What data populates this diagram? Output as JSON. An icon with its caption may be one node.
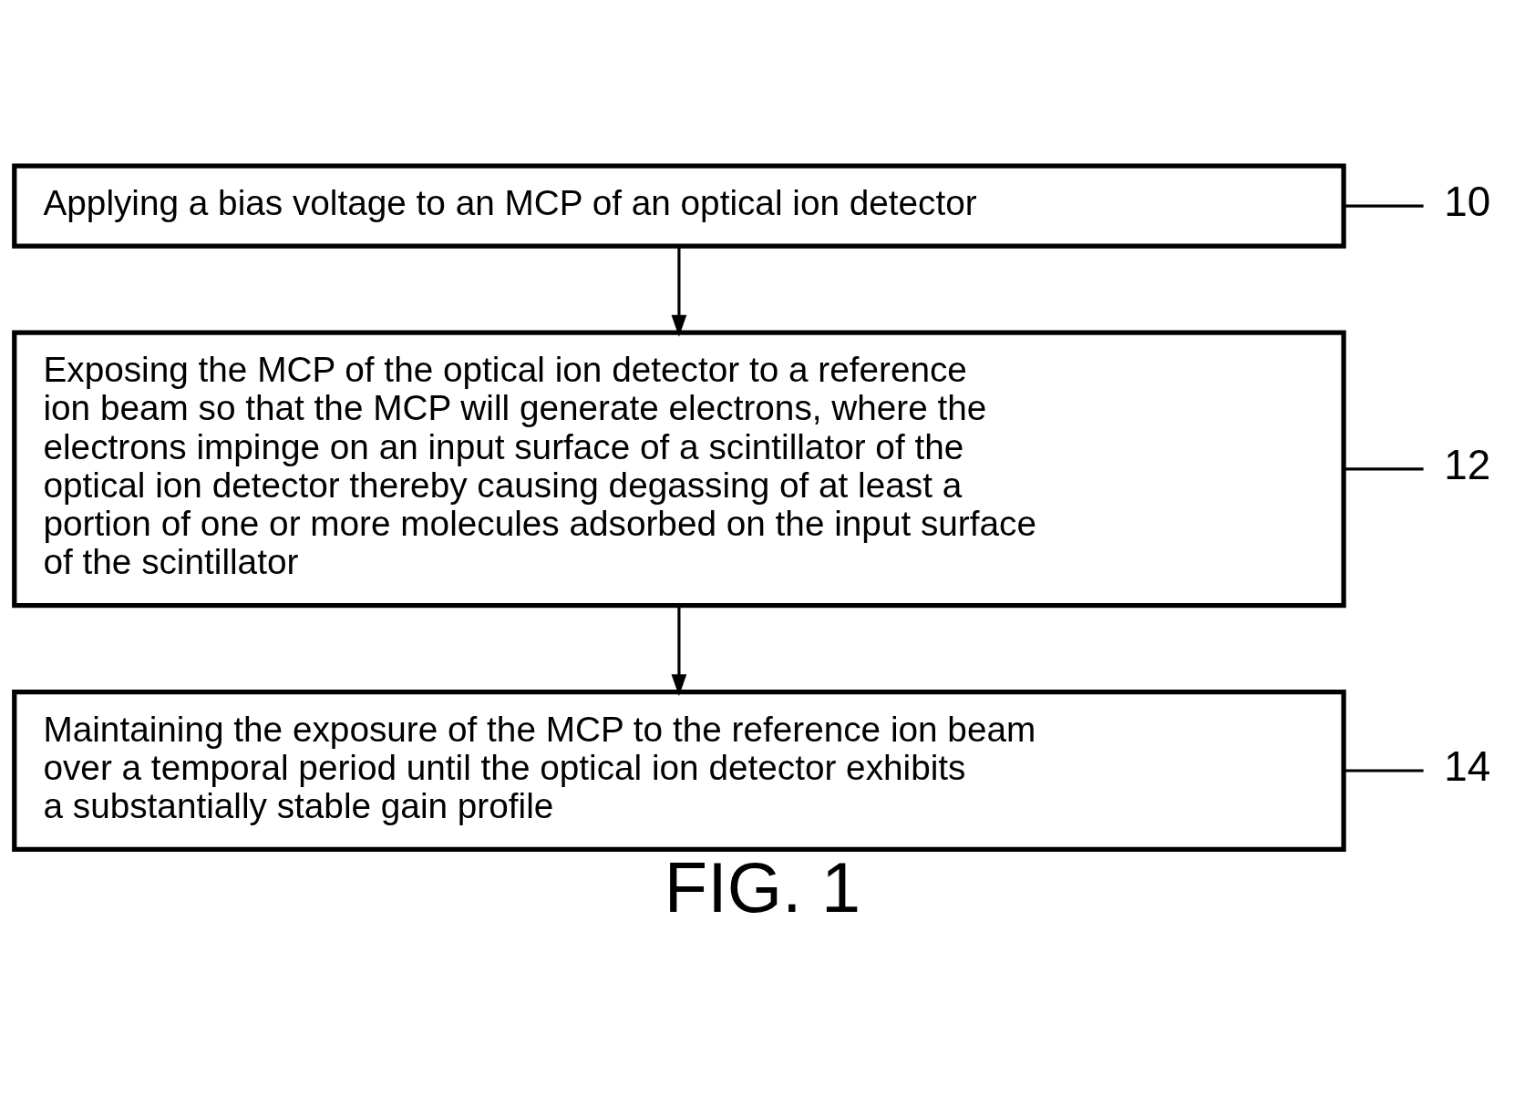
{
  "diagram": {
    "caption": "FIG. 1",
    "nodes": [
      {
        "text": [
          "Applying a bias voltage to an MCP of an optical ion detector"
        ]
      },
      {
        "text": [
          "Exposing the MCP of the optical ion detector to a reference ion beam so that the MCP will generate electrons, where the electrons impinge on an input surface of a scintillator of the optical ion detector thereby causing degassing of at least a portion of one or more molecules adsorbed on the input surface of the scintillator"
        ]
      },
      {
        "text": [
          "Maintaining the exposure of the MCP to the reference ion beam over a temporal period until the optical ion detector exhibits a substantially stable gain profile"
        ]
      },
      {
        "text": [
          "10"
        ]
      },
      {
        "text": [
          "12"
        ]
      },
      {
        "text": [
          "14"
        ]
      }
    ],
    "edges": [
      {
        "from": 0,
        "to": 1,
        "arrow": "to"
      },
      {
        "from": 1,
        "to": 2,
        "arrow": "to"
      },
      {
        "from": 3,
        "to": 0,
        "arrow": "none"
      },
      {
        "from": 4,
        "to": 1,
        "arrow": "none"
      },
      {
        "from": 5,
        "to": 2,
        "arrow": "none"
      }
    ]
  }
}
